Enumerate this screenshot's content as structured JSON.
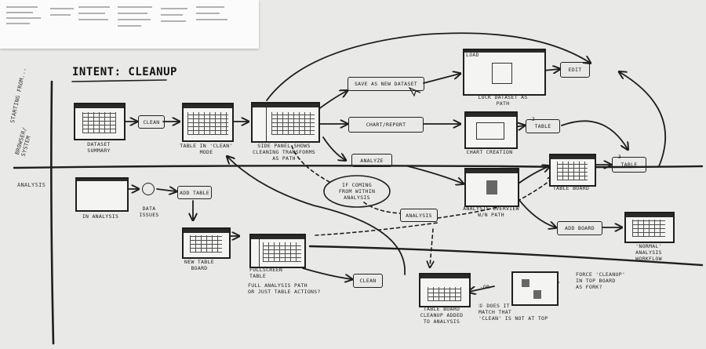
{
  "title": "INTENT: CLEANUP",
  "row_labels": {
    "starting_from": "STARTING FROM...",
    "browser_system": "BROWSER/ SYSTEM",
    "analysis": "ANALYSIS"
  },
  "buttons": {
    "clean_top": "CLEAN",
    "save_as_new_dataset": "SAVE AS NEW DATASET",
    "chart_report": "CHART/REPORT",
    "analyze": "ANALYZE",
    "edit": "EDIT",
    "table_top": "TABLE",
    "table_mid": "TABLE",
    "add_table": "ADD TABLE",
    "analysis_tag": "ANALYSIS",
    "add_board": "ADD BOARD",
    "clean_bottom": "CLEAN"
  },
  "captions": {
    "dataset_summary": "DATASET\nSUMMARY",
    "table_in_clean_mode": "TABLE IN 'CLEAN'\nMODE",
    "side_panel": "SIDE PANEL SHOWS\nCLEANING TRANSFORMS\nAS PATH",
    "lock_dataset": "LOCK DATASET AS\nPATH",
    "chart_creation": "CHART CREATION",
    "table_board_top": "TABLE BOARD",
    "if_coming": "IF COMING\nFROM WITHIN\nANALYSIS",
    "analysis_overview": "ANALYSIS OVERVIEW\nW/N PATH",
    "normal_analysis": "'NORMAL' ANALYSIS\nWORKFLOW",
    "in_analysis": "IN ANALYSIS",
    "data_issues": "DATA\nISSUES",
    "new_table_board": "NEW TABLE\nBOARD",
    "fullscreen_table": "FULLSCREEN\nTABLE",
    "full_analysis_path": "FULL ANALYSIS PATH\nOR JUST TABLE ACTIONS?",
    "or": "-OR-",
    "table_board_cleanup": "TABLE BOARD\nCLEANUP ADDED\nTO ANALYSIS",
    "does_it_match": "① DOES IT\nMATCH THAT\n'CLEAN' IS NOT AT TOP",
    "force_cleanup": "FORCE 'CLEANUP'\nIN TOP BOARD\nAS FORK?",
    "load": "LOAD",
    "step_2": "2",
    "step_3": "3"
  },
  "colors": {
    "board": "#e9e9e7",
    "ink": "#1e1e1e",
    "paper": "#fbfbfb"
  }
}
